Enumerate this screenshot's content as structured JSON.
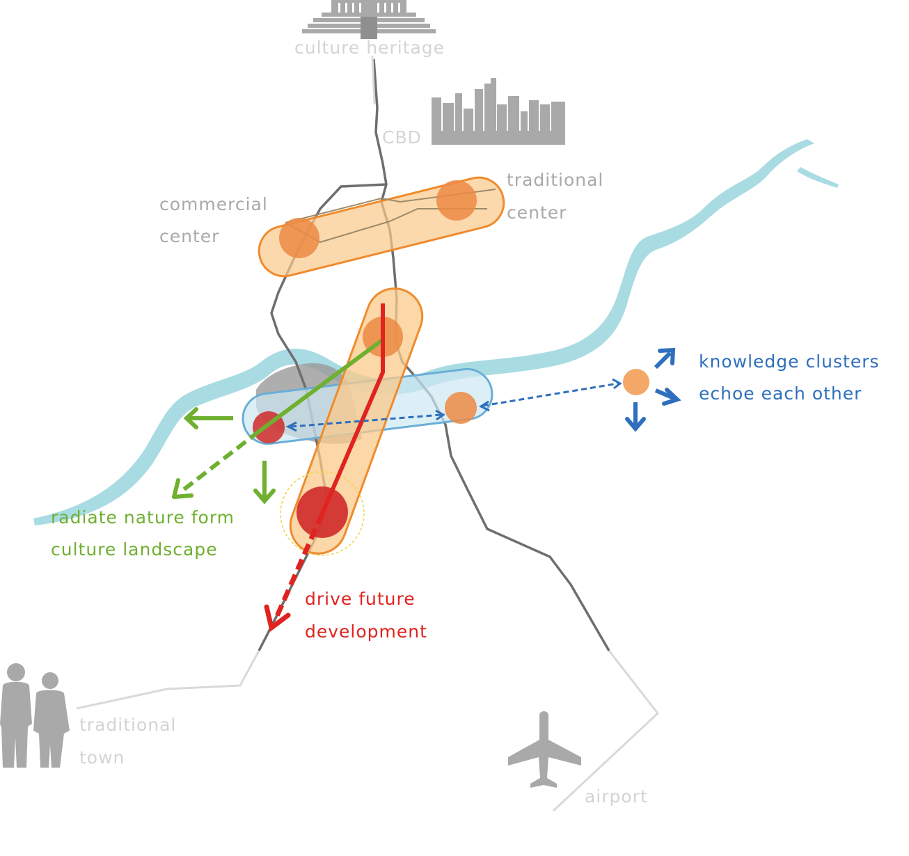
{
  "labels": {
    "culture_heritage": "culture heritage",
    "cbd": "CBD",
    "commercial_center": [
      "commercial",
      "center"
    ],
    "traditional_center": [
      "traditional",
      "center"
    ],
    "knowledge_clusters": [
      "knowledge clusters",
      "echoe each other"
    ],
    "radiate_nature": [
      "radiate nature form",
      "culture landscape"
    ],
    "drive_future": [
      "drive future",
      "development"
    ],
    "traditional_town": [
      "traditional",
      "town"
    ],
    "airport": "airport"
  },
  "icons": [
    "temple-icon",
    "skyline-icon",
    "people-icon",
    "airplane-icon"
  ],
  "colors": {
    "river": "#a9dbe3",
    "road": "#6e6e6e",
    "road_faint": "#d9d9d9",
    "orange_band_fill": "#fbc98a",
    "orange_band_stroke": "#ef8b2c",
    "node_orange": "#ec8a44",
    "node_red": "#d02a2a",
    "blue_band_fill": "#cde8f2",
    "blue_band_stroke": "#6aaed8",
    "green": "#6fb030",
    "red": "#e0231f",
    "blue": "#2f6fbd",
    "label_gray": "#a9a9a9",
    "label_faint": "#d4d4d4"
  }
}
